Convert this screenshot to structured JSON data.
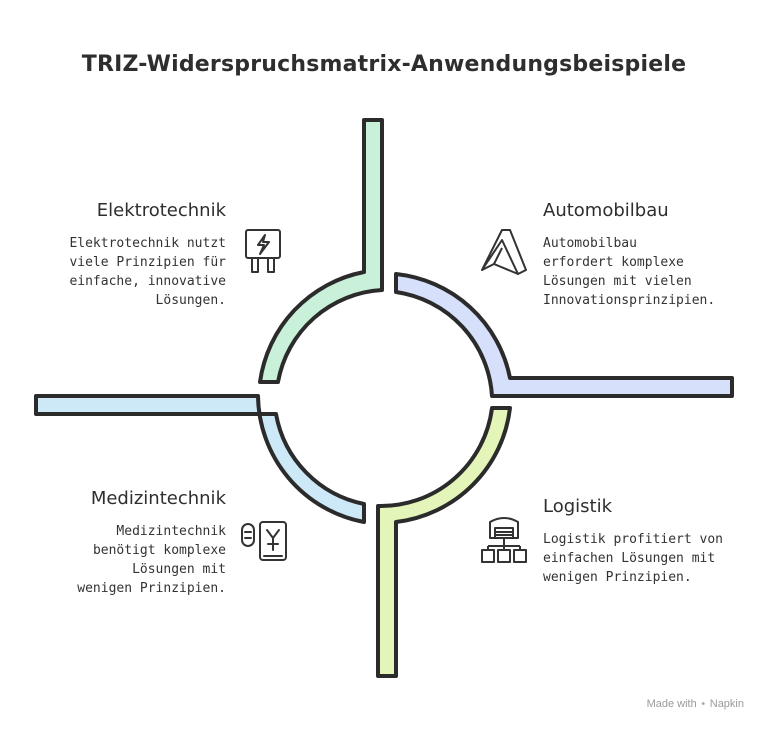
{
  "title": "TRIZ-Widerspruchsmatrix-Anwendungsbeispiele",
  "quadrants": {
    "top_left": {
      "heading": "Elektrotechnik",
      "text": "Elektrotechnik nutzt\nviele Prinzipien für\neinfache, innovative\nLösungen.",
      "icon": "electric-plug-icon",
      "color": "#c9f0d8"
    },
    "top_right": {
      "heading": "Automobilbau",
      "text": "Automobilbau\nerfordert komplexe\nLösungen mit vielen\nInnovationsprinzipien.",
      "icon": "autodesk-logo-icon",
      "color": "#d6e0fb"
    },
    "bottom_left": {
      "heading": "Medizintechnik",
      "text": "Medizintechnik\nbenötigt komplexe\nLösungen mit\nwenigen Prinzipien.",
      "icon": "medical-device-icon",
      "color": "#cde9f7"
    },
    "bottom_right": {
      "heading": "Logistik",
      "text": "Logistik profitiert von\neinfachen Lösungen mit\nwenigen Prinzipien.",
      "icon": "warehouse-network-icon",
      "color": "#e3f5b8"
    }
  },
  "footer": {
    "made_with": "Made with",
    "brand": "Napkin"
  }
}
